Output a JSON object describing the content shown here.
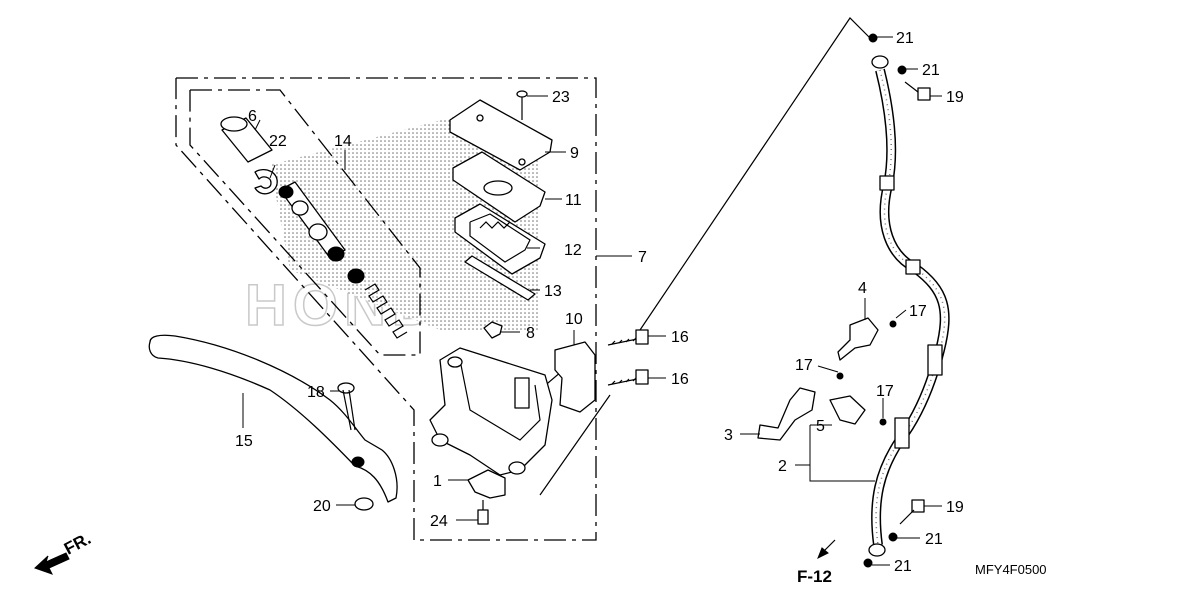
{
  "diagram": {
    "callouts": {
      "c1": "1",
      "c2": "2",
      "c3": "3",
      "c4": "4",
      "c5": "5",
      "c6": "6",
      "c7": "7",
      "c8": "8",
      "c9": "9",
      "c10": "10",
      "c11": "11",
      "c12": "12",
      "c13": "13",
      "c14": "14",
      "c15": "15",
      "c16a": "16",
      "c16b": "16",
      "c17a": "17",
      "c17b": "17",
      "c17c": "17",
      "c18": "18",
      "c19a": "19",
      "c19b": "19",
      "c20": "20",
      "c21a": "21",
      "c21b": "21",
      "c21c": "21",
      "c21d": "21",
      "c22": "22",
      "c23": "23",
      "c24": "24"
    },
    "reference": "F-12",
    "front_marker": "FR.",
    "diagram_code": "MFY4F0500"
  }
}
